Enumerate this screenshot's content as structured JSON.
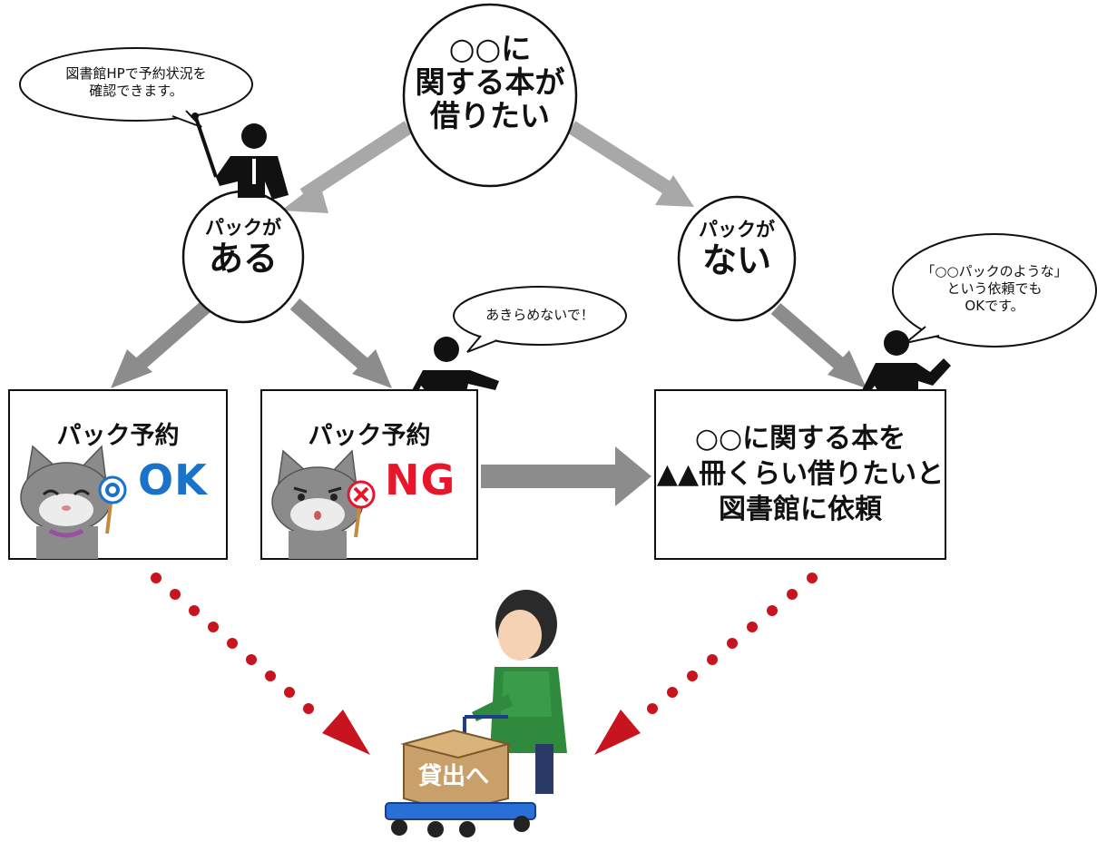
{
  "top_node": {
    "line1": "○○に",
    "line2": "関する本が",
    "line3": "借りたい"
  },
  "left_node": {
    "line1": "パックが",
    "line2": "ある"
  },
  "right_node": {
    "line1": "パックが",
    "line2": "ない"
  },
  "bubble_left": {
    "line1": "図書館HPで予約状況を",
    "line2": "確認できます。"
  },
  "bubble_mid": {
    "text": "あきらめないで！"
  },
  "bubble_right": {
    "line1": "「○○パックのような」",
    "line2": "という依頼でも",
    "line3": "OKです。"
  },
  "box_ok": {
    "title": "パック予約",
    "status": "OK",
    "status_color": "#1a73c9"
  },
  "box_ng": {
    "title": "パック予約",
    "status": "NG",
    "status_color": "#e8162b"
  },
  "box_request": {
    "line1": "○○に関する本を",
    "line2": "▲▲冊くらい借りたいと",
    "line3": "図書館に依頼"
  },
  "cart_label": "貸出へ",
  "colors": {
    "arrow_gray": "#8c8c8c",
    "arrow_light": "#a8a8a8",
    "dot_red": "#c8141e",
    "box_tan": "#c9a06a",
    "apron_green": "#2f8a3e"
  }
}
